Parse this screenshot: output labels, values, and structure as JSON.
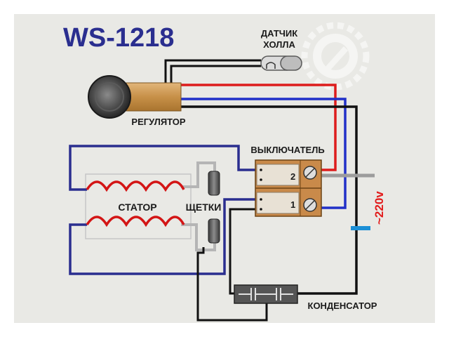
{
  "title": "WS-1218",
  "labels": {
    "hall_sensor_line1": "ДАТЧИК",
    "hall_sensor_line2": "ХОЛЛА",
    "regulator": "РЕГУЛЯТОР",
    "switch": "ВЫКЛЮЧАТЕЛЬ",
    "stator": "СТАТОР",
    "brushes": "ЩЕТКИ",
    "capacitor": "КОНДЕНСАТОР",
    "voltage": "~220v",
    "switch_pos_2": "2",
    "switch_pos_1": "1"
  },
  "colors": {
    "background": "#e9e9e5",
    "title": "#2a2e8f",
    "wire_red": "#dd1c1c",
    "wire_blue": "#2130c8",
    "wire_black": "#111111",
    "wire_gray": "#9c9c9c",
    "coil": "#d31515",
    "terminal_block": "#c98a4a",
    "voltage_label": "#e21b1b",
    "neutral_marker": "#1c8fd6"
  },
  "icons": {
    "watermark": "gear-wrench-logo-icon",
    "regulator_knob": "round-knob-icon",
    "hall_sensor": "hall-sensor-icon",
    "screws": "screw-terminal-icon",
    "capacitor": "capacitor-symbol-icon"
  }
}
